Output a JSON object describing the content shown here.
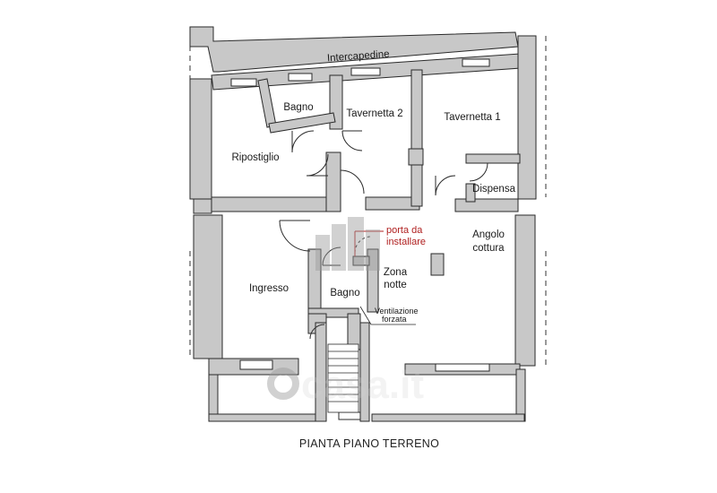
{
  "plan": {
    "title": "PIANTA PIANO TERRENO",
    "rooms": {
      "intercapedine": "Intercapedine",
      "bagno_top": "Bagno",
      "tavernetta_2": "Tavernetta 2",
      "tavernetta_1": "Tavernetta 1",
      "ripostiglio": "Ripostiglio",
      "dispensa": "Dispensa",
      "angolo_line1": "Angolo",
      "angolo_line2": "cottura",
      "ingresso": "Ingresso",
      "zona_line1": "Zona",
      "zona_line2": "notte",
      "bagno_bottom": "Bagno"
    },
    "notes": {
      "porta_line1": "porta da",
      "porta_line2": "installare",
      "vent_line1": "Ventilazione",
      "vent_line2": "forzata"
    },
    "watermark": "casa.it",
    "colors": {
      "wall_fill": "#c8c8c8",
      "wall_stroke": "#2a2a2a",
      "note_red": "#b02020"
    }
  }
}
